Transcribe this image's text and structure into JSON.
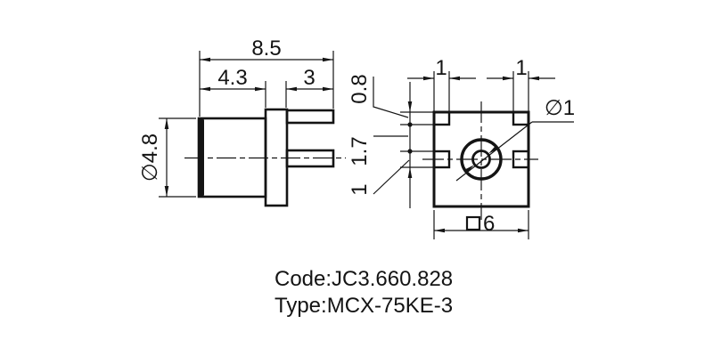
{
  "drawing": {
    "side_view": {
      "dims": {
        "total_length": "8.5",
        "barrel_length": "4.3",
        "leg_length": "3",
        "barrel_diameter": "∅4.8"
      }
    },
    "front_view": {
      "dims": {
        "pin_width_left": "1",
        "pin_width_right": "1",
        "top_pin_thickness": "0.8",
        "pin_spacing": "1.7",
        "mid_pin_thickness": "1",
        "center_pin_diameter": "∅1",
        "body_side_symbol": "□",
        "body_side": "6"
      }
    },
    "title_block": {
      "code": "Code:JC3.660.828",
      "type": "Type:MCX-75KE-3"
    },
    "colors": {
      "line": "#141414",
      "background": "#ffffff"
    }
  }
}
